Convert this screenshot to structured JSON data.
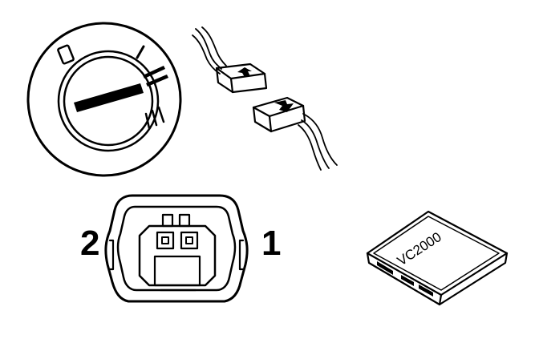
{
  "ignition_switch": {
    "positions": [
      "0",
      "I",
      "II",
      "III"
    ]
  },
  "socket": {
    "left_label": "2",
    "right_label": "1"
  },
  "module": {
    "label": "VC2000"
  },
  "colors": {
    "ink": "#000000",
    "background": "#ffffff"
  },
  "icons": [
    "ignition-switch-icon",
    "connector-plug-icon",
    "socket-icon",
    "electronic-module-icon"
  ]
}
